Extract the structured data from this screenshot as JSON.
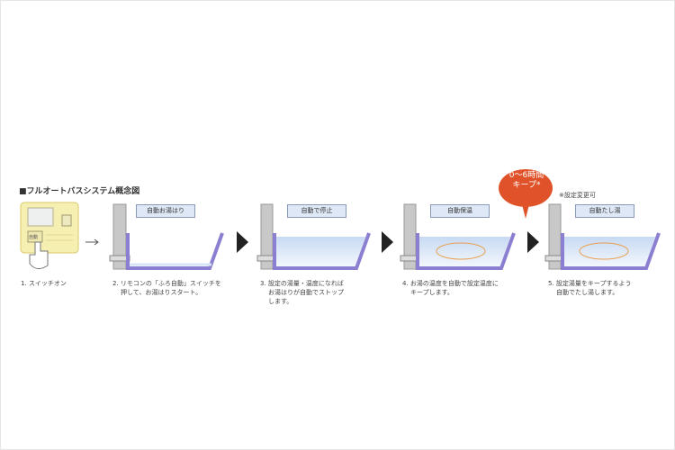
{
  "title": "■フルオートバスシステム概念図",
  "steps": [
    {
      "caption1": "1. スイッチオン",
      "caption2": "",
      "caption3": ""
    },
    {
      "label": "自動お湯はり",
      "caption1": "2. リモコンの「ふろ自動」スイッチを",
      "caption2": "押して、お湯はりスタート。",
      "caption3": ""
    },
    {
      "label": "自動で停止",
      "caption1": "3. 設定の湯量・温度になれば",
      "caption2": "お湯はりが自動でストップ",
      "caption3": "します。"
    },
    {
      "label": "自動保温",
      "caption1": "4. お湯の温度を自動で設定温度に",
      "caption2": "キープします。",
      "caption3": ""
    },
    {
      "label": "自動たし湯",
      "caption1": "5. 設定湯量をキープするよう",
      "caption2": "自動でたし湯します。",
      "caption3": ""
    }
  ],
  "remote": {
    "button_label": "自動"
  },
  "bubble": {
    "line1": "0〜6時間",
    "line2": "キープ*",
    "color": "#e0532a"
  },
  "note": "※設定変更可",
  "colors": {
    "tub": "#8a7fd0",
    "water": "#d6e4f6",
    "wall": "#c8c8c8",
    "remote": "#f6efb2",
    "arrow": "#222222",
    "circulation": "#e8a050"
  }
}
